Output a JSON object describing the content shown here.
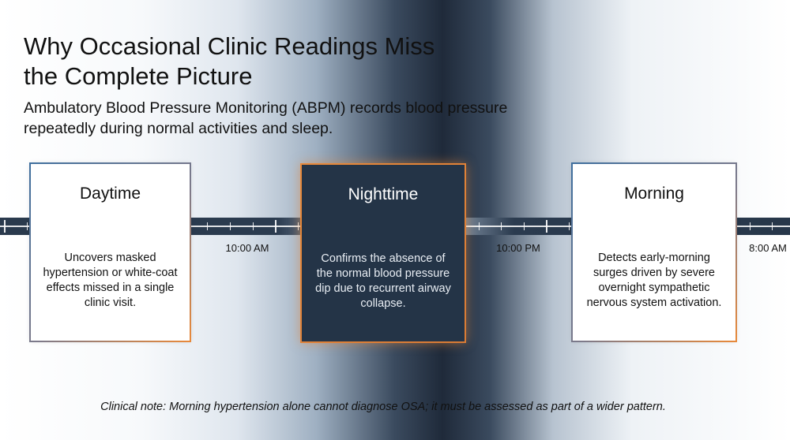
{
  "header": {
    "title": "Why Occasional Clinic Readings Miss the Complete Picture",
    "subtitle": "Ambulatory Blood Pressure Monitoring (ABPM) records blood pressure repeatedly during normal activities and sleep."
  },
  "timeline": {
    "labels": [
      "10:00 AM",
      "10:00 PM",
      "8:00 AM"
    ]
  },
  "cards": [
    {
      "title": "Daytime",
      "body": "Uncovers masked hypertension or white-coat effects missed in a single clinic visit."
    },
    {
      "title": "Nighttime",
      "body": "Confirms the absence of the normal blood pressure dip due to recurrent airway collapse."
    },
    {
      "title": "Morning",
      "body": "Detects early-morning surges driven by severe overnight sympathetic nervous system activation."
    }
  ],
  "note": "Clinical note: Morning hypertension alone cannot diagnose OSA; it must be assessed as part of a wider pattern.",
  "colors": {
    "card_border_light": "#3f6f9e",
    "card_border_accent": "#e8893a",
    "dark_card_bg": "#243447",
    "timeline_bar": "#2a3a4d"
  }
}
